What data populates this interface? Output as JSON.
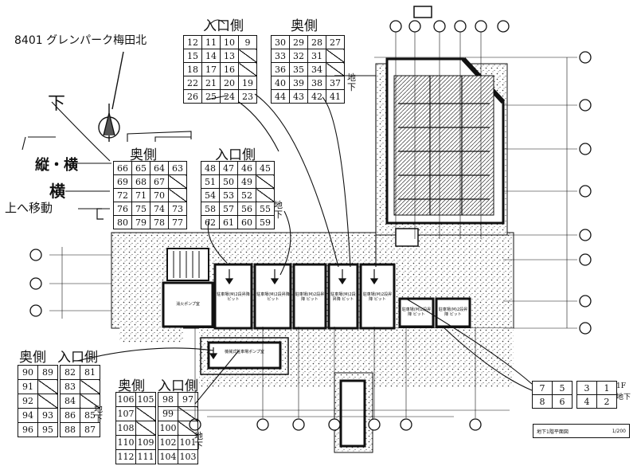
{
  "title": "8401 グレンパーク梅田北",
  "tables": {
    "t1": {
      "label": "入口側",
      "rows": [
        [
          "12",
          "11",
          "10",
          "9"
        ],
        [
          "15",
          "14",
          "13",
          ""
        ],
        [
          "18",
          "17",
          "16",
          ""
        ],
        [
          "22",
          "21",
          "20",
          "19"
        ],
        [
          "26",
          "25",
          "24",
          "23"
        ]
      ]
    },
    "t2": {
      "label": "奥側",
      "rows": [
        [
          "30",
          "29",
          "28",
          "27"
        ],
        [
          "33",
          "32",
          "31",
          ""
        ],
        [
          "36",
          "35",
          "34",
          ""
        ],
        [
          "40",
          "39",
          "38",
          "37"
        ],
        [
          "44",
          "43",
          "42",
          "41"
        ]
      ],
      "side": "地下"
    },
    "t3": {
      "label": "奥側",
      "rows": [
        [
          "66",
          "65",
          "64",
          "63"
        ],
        [
          "69",
          "68",
          "67",
          ""
        ],
        [
          "72",
          "71",
          "70",
          ""
        ],
        [
          "76",
          "75",
          "74",
          "73"
        ],
        [
          "80",
          "79",
          "78",
          "77"
        ]
      ]
    },
    "t4": {
      "label": "入口側",
      "rows": [
        [
          "48",
          "47",
          "46",
          "45"
        ],
        [
          "51",
          "50",
          "49",
          ""
        ],
        [
          "54",
          "53",
          "52",
          ""
        ],
        [
          "58",
          "57",
          "56",
          "55"
        ],
        [
          "62",
          "61",
          "60",
          "59"
        ]
      ],
      "side": "地下"
    },
    "t5": {
      "label": "奥側",
      "rows": [
        [
          "90",
          "89"
        ],
        [
          "91",
          ""
        ],
        [
          "92",
          ""
        ],
        [
          "94",
          "93"
        ],
        [
          "96",
          "95"
        ]
      ]
    },
    "t6": {
      "label": "入口側",
      "rows": [
        [
          "82",
          "81"
        ],
        [
          "83",
          ""
        ],
        [
          "84",
          ""
        ],
        [
          "86",
          "85"
        ],
        [
          "88",
          "87"
        ]
      ],
      "side": "地下"
    },
    "t7": {
      "label": "奥側",
      "rows": [
        [
          "106",
          "105"
        ],
        [
          "107",
          ""
        ],
        [
          "108",
          ""
        ],
        [
          "110",
          "109"
        ],
        [
          "112",
          "111"
        ]
      ]
    },
    "t8": {
      "label": "入口側",
      "rows": [
        [
          "98",
          "97"
        ],
        [
          "99",
          ""
        ],
        [
          "100",
          ""
        ],
        [
          "102",
          "101"
        ],
        [
          "104",
          "103"
        ]
      ],
      "side": "地下"
    },
    "t9": {
      "rows": [
        [
          "7",
          "5"
        ],
        [
          "8",
          "6"
        ]
      ]
    },
    "t10": {
      "rows": [
        [
          "3",
          "1"
        ],
        [
          "4",
          "2"
        ]
      ],
      "side_top": "1F",
      "side_bottom": "地下"
    }
  },
  "notes": {
    "shita": "下",
    "tate_yoko": "縦・横",
    "yoko": "横",
    "ue_idou": "上へ移動"
  },
  "pits": {
    "p1": "駐車場(M)2段昇降 ピット",
    "p2": "駐車場(M)2段昇降 ピット",
    "p3": "消火ポンプ室",
    "p4": "駐車場(M)2段昇降 ピット",
    "p5": "駐車場(M)2段昇降 ピット",
    "p6": "駐車場(M)2段昇降 ピット",
    "p7": "駐車場(M)2段昇降 ピット",
    "p8": "駐車場(M)2段昇降 ピット",
    "p9": "機械式駐車場ポンプ室"
  },
  "sheet": {
    "name": "地下1階平面図",
    "scale": "1/200"
  },
  "colors": {
    "ink": "#111111",
    "paper": "#ffffff"
  }
}
